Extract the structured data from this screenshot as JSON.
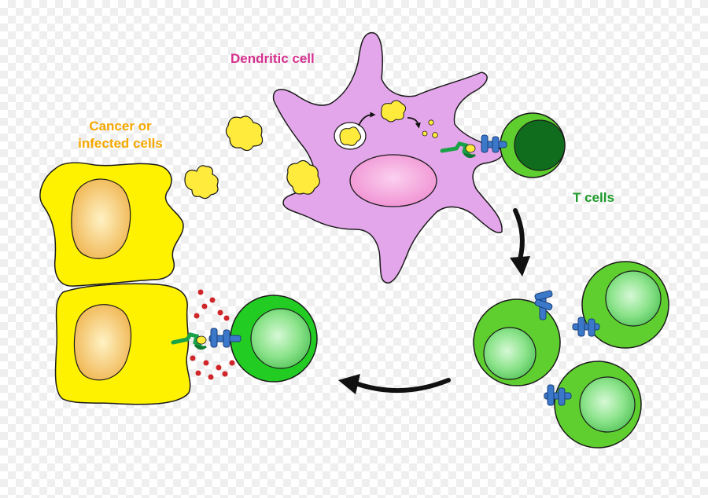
{
  "labels": {
    "dendritic_cell": "Dendritic cell",
    "cancer_line1": "Cancer or",
    "cancer_line2": "infected cells",
    "t_cells": "T cells"
  },
  "colors": {
    "dendritic_label": "#d4308e",
    "cancer_label": "#f5a800",
    "tcell_label": "#1f9a2a",
    "dendritic_body": "#e4a6ea",
    "dendritic_nucleus": "#f39ad6",
    "cancer_body": "#fff200",
    "cancer_nucleus": "#f2b94e",
    "antigen": "#ffeb3b",
    "tcell_outer": "#5fcf2f",
    "tcell_inner": "#8be38a",
    "tcell_dark_inner": "#0f6d1d",
    "receptor_blue": "#3b78c9",
    "mhc_green": "#1aa346",
    "cytokine_red": "#d0262a"
  },
  "icons": [
    "arrow-down-icon",
    "arrow-left-icon",
    "curved-arrow-icon"
  ]
}
